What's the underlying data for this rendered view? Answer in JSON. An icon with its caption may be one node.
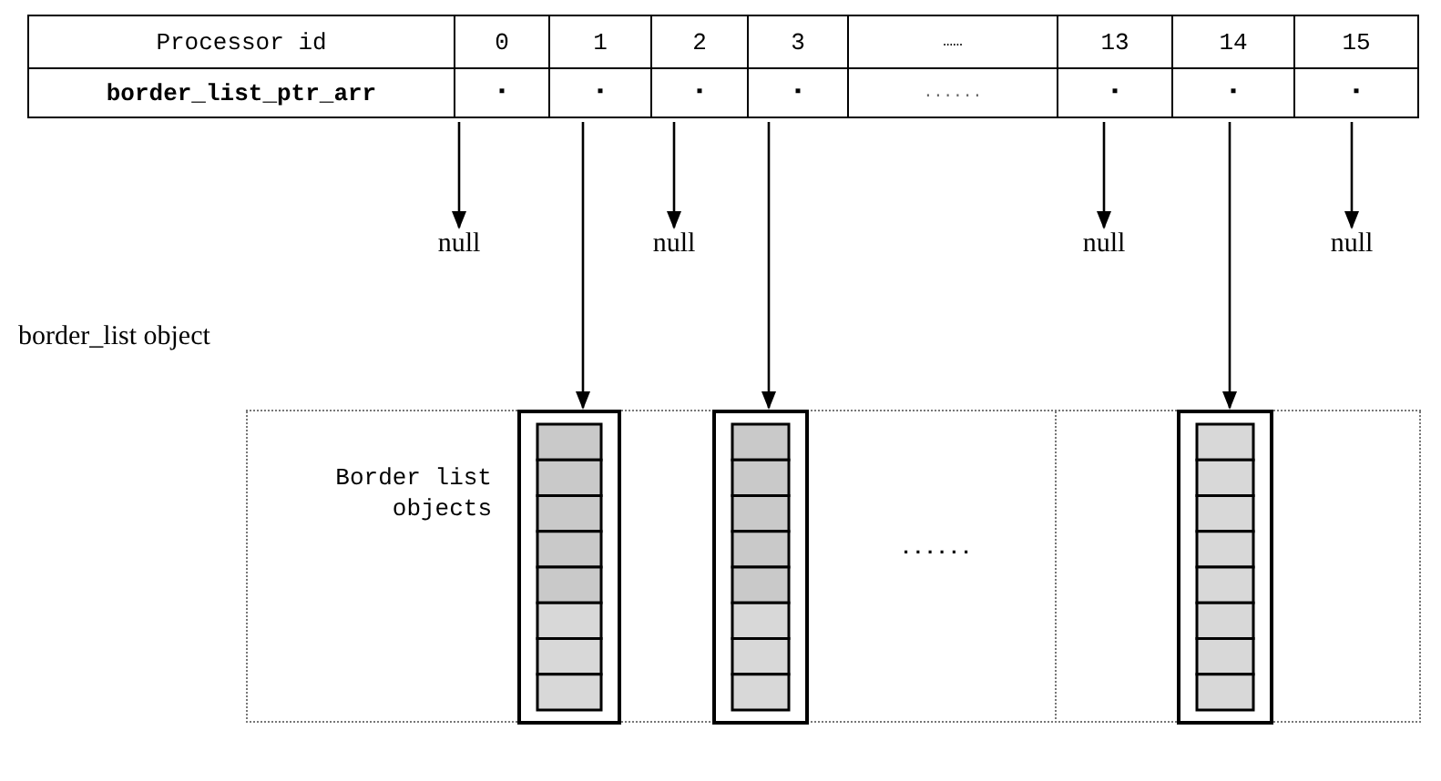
{
  "diagram": {
    "nodes": [
      {
        "text": [
          "▪"
        ]
      },
      {
        "text": [
          "▪"
        ]
      },
      {
        "text": [
          "▪"
        ]
      },
      {
        "text": [
          "▪"
        ]
      },
      {
        "text": [
          "▪"
        ]
      },
      {
        "text": [
          "▪"
        ]
      },
      {
        "text": [
          "▪"
        ]
      },
      {
        "text": [
          "null"
        ]
      },
      {
        "text": [
          "null"
        ]
      },
      {
        "text": [
          "null"
        ]
      },
      {
        "text": [
          "null"
        ]
      },
      {
        "text": [
          "Border list objects",
          "......"
        ]
      },
      {
        "text": [],
        "shape": "box",
        "in": 11
      },
      {
        "text": [],
        "shape": "box",
        "in": 11
      },
      {
        "text": [],
        "shape": "box",
        "in": 11
      }
    ],
    "edges": [
      {
        "from": 0,
        "to": 7,
        "arrow": "to"
      },
      {
        "from": 1,
        "to": 12,
        "arrow": "to"
      },
      {
        "from": 2,
        "to": 8,
        "arrow": "to"
      },
      {
        "from": 3,
        "to": 13,
        "arrow": "to"
      },
      {
        "from": 4,
        "to": 9,
        "arrow": "to"
      },
      {
        "from": 5,
        "to": 14,
        "arrow": "to"
      },
      {
        "from": 6,
        "to": 10,
        "arrow": "to"
      }
    ],
    "labels": [
      "Processor id",
      "0",
      "1",
      "2",
      "3",
      "……",
      "13",
      "14",
      "15",
      "border_list_ptr_arr",
      "......",
      "border_list object"
    ]
  }
}
